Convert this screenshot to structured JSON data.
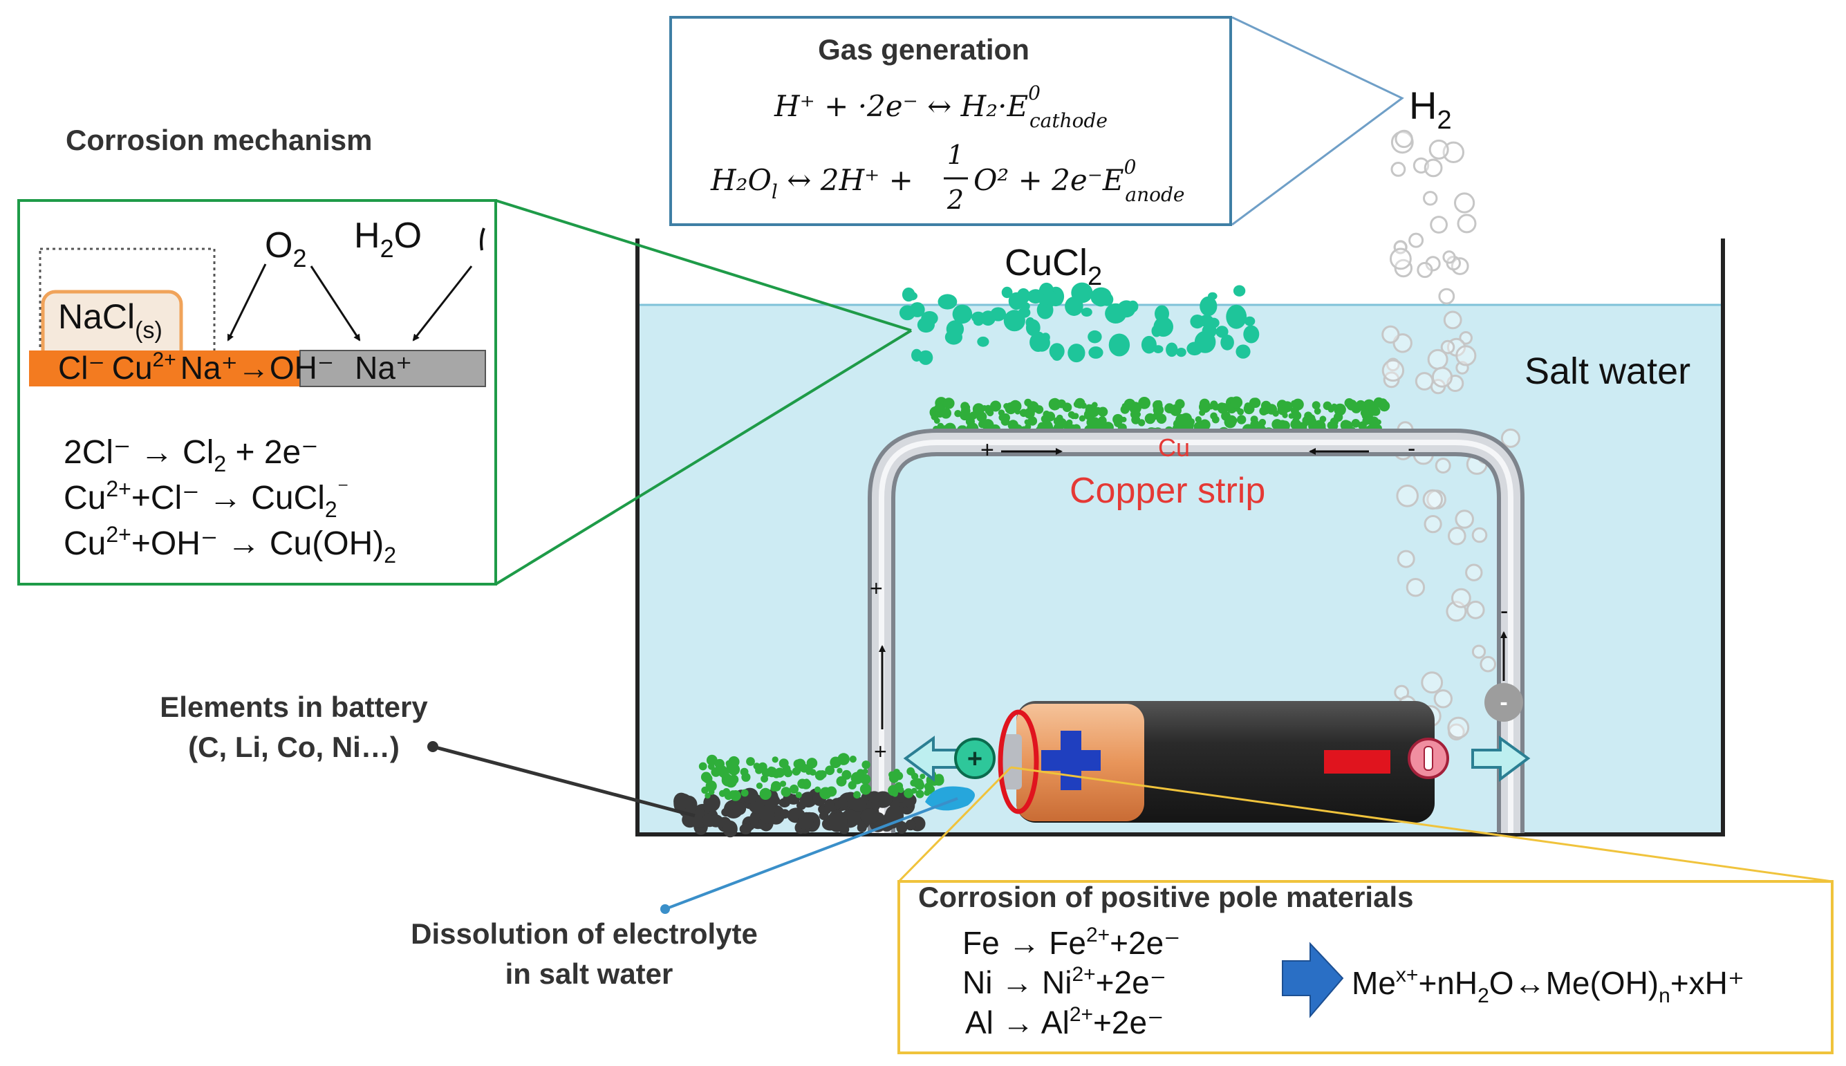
{
  "gas_box": {
    "title": "Gas generation",
    "eq1": {
      "main": "H⁺ + ·2e⁻ ↔ H₂·E",
      "sup": "0",
      "sub": "cathode"
    },
    "eq2": {
      "pre": "H₂O",
      "pre_sub": "l",
      "mid": " ↔ 2H⁺ + ",
      "frac_num": "1",
      "frac_den": "2",
      "post": "O² + 2e⁻E",
      "sup": "0",
      "sub": "anode"
    }
  },
  "h2_label": {
    "main": "H",
    "sub": "2"
  },
  "corrosion_mechanism": {
    "title": "Corrosion mechanism",
    "o2": {
      "main": "O",
      "sub": "2"
    },
    "h2o": {
      "a": "H",
      "sub": "2",
      "b": "O"
    },
    "nacl": {
      "main": "NaCl",
      "sub": "(s)"
    },
    "strip": {
      "cl": "Cl⁻",
      "cu": "Cu",
      "cu_sup": "2+",
      "na": "Na⁺",
      "arrow": "→",
      "oh": "OH⁻",
      "na2": "Na⁺"
    },
    "reaction1": {
      "a": "2Cl⁻ → Cl",
      "sub": "2",
      "b": " + 2e⁻"
    },
    "reaction2": {
      "a": "Cu",
      "sup": "2+",
      "b": "+Cl⁻ → CuCl",
      "sub": "2",
      "c": "⁻"
    },
    "reaction3": {
      "a": "Cu",
      "sup": "2+",
      "b": "+OH⁻ → Cu(OH)",
      "sub": "2"
    }
  },
  "cucl2_label": {
    "main": "CuCl",
    "sub": "2"
  },
  "salt_water_label": "Salt water",
  "copper_strip": {
    "cu_label": "Cu",
    "label": "Copper strip",
    "plus": "+",
    "minus": "-"
  },
  "battery_elements": {
    "line1": "Elements in battery",
    "line2": "(C, Li, Co, Ni…)"
  },
  "electrolyte": {
    "line1": "Dissolution  of electrolyte",
    "line2": "in salt water"
  },
  "positive_pole": {
    "title": "Corrosion  of positive pole materials",
    "r1": {
      "a": "Fe → Fe",
      "sup": "2+",
      "b": "+2e⁻"
    },
    "r2": {
      "a": "Ni → Ni",
      "sup": "2+",
      "b": "+2e⁻"
    },
    "r3": {
      "a": "Al → Al",
      "sup": "2+",
      "b": "+2e⁻"
    },
    "product": {
      "a": "Me",
      "sup": "x+",
      "b": "+nH",
      "sub1": "2",
      "c": "O↔Me(OH)",
      "sub2": "n",
      "d": "+xH⁺"
    }
  },
  "terminals": {
    "plus": "+",
    "minus": "-"
  },
  "colors": {
    "water": "#cdebf3",
    "green_box": "#1e9b48",
    "yellow_box": "#f0c33c",
    "gas_box": "#3f7fa5",
    "copper_text": "#e53935",
    "battery_plus": "#1f3fbf",
    "battery_minus": "#e0141e",
    "deposit": "#2fae3a",
    "cucl2": "#1ec59a",
    "orange_strip": "#f37b20"
  }
}
